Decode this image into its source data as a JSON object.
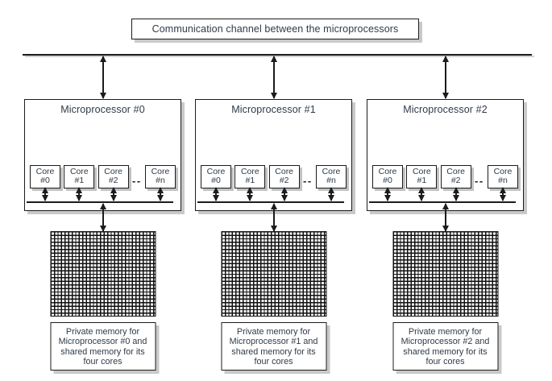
{
  "diagram": {
    "top_channel": {
      "label": "Communication channel between the microprocessors"
    },
    "colors": {
      "line": "#1c1c1c",
      "text": "#2e3b48",
      "box_shadow": "#c9c9c9",
      "background": "#ffffff"
    },
    "processors": [
      {
        "title": "Microprocessor #0",
        "cores": [
          {
            "line1": "Core",
            "line2": "#0"
          },
          {
            "line1": "Core",
            "line2": "#1"
          },
          {
            "line1": "Core",
            "line2": "#2"
          },
          {
            "line1": "Core",
            "line2": "#n"
          }
        ],
        "ellipsis": "--",
        "caption_lines": [
          "Private memory for",
          "Microprocessor #0 and",
          "shared memory for its",
          "four cores"
        ]
      },
      {
        "title": "Microprocessor #1",
        "cores": [
          {
            "line1": "Core",
            "line2": "#0"
          },
          {
            "line1": "Core",
            "line2": "#1"
          },
          {
            "line1": "Core",
            "line2": "#2"
          },
          {
            "line1": "Core",
            "line2": "#n"
          }
        ],
        "ellipsis": "--",
        "caption_lines": [
          "Private memory for",
          "Microprocessor #1 and",
          "shared memory for its",
          "four cores"
        ]
      },
      {
        "title": "Microprocessor #2",
        "cores": [
          {
            "line1": "Core",
            "line2": "#0"
          },
          {
            "line1": "Core",
            "line2": "#1"
          },
          {
            "line1": "Core",
            "line2": "#2"
          },
          {
            "line1": "Core",
            "line2": "#n"
          }
        ],
        "ellipsis": "--",
        "caption_lines": [
          "Private memory for",
          "Microprocessor #2 and",
          "shared memory for its",
          "four cores"
        ]
      }
    ]
  }
}
